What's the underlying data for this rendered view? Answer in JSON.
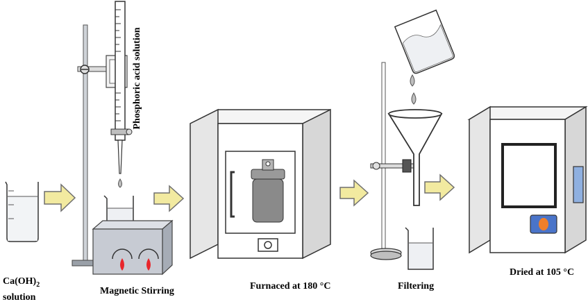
{
  "labels": {
    "caoh_line1_main": "Ca(OH)",
    "caoh_line1_sub": "2",
    "caoh_line2": "solution",
    "phosphoric": "Phosphoric acid solution",
    "magnetic": "Magnetic Stirring",
    "furnace": "Furnaced at 180 °C",
    "filtering": "Filtering",
    "dried": "Dried at 105 °C"
  },
  "colors": {
    "arrow_fill": "#f2eaa0",
    "arrow_stroke": "#6f6f6f",
    "box_face": "#ffffff",
    "box_side": "#e8e8e8",
    "stirrer_body": "#c7cbd3",
    "knob_red": "#e8262b",
    "dryer_button": "#4a74c9",
    "dryer_button_dot": "#f07f2a",
    "vessel_gray": "#8a8a8a",
    "liquid": "#e9ecf0"
  }
}
